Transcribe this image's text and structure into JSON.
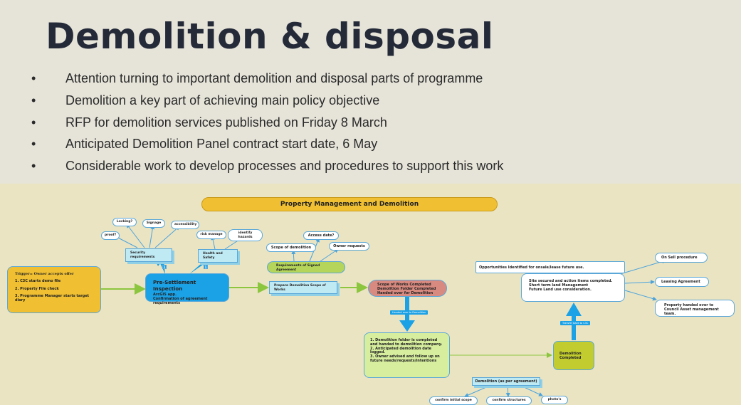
{
  "title": "Demolition & disposal",
  "bullets": [
    "Attention turning to important demolition and disposal parts of programme",
    "Demolition a key part of achieving main policy objective",
    "RFP for demolition services published on Friday 8 March",
    "Anticipated Demolition Panel contract start date, 6 May",
    "Considerable work to develop processes and procedures to support this work"
  ],
  "bullet_symbol": "•",
  "diagram": {
    "header": "Property Management and Demolition",
    "trigger": {
      "title": "Trigger= Owner accepts offer",
      "items": [
        "1. C3C starts demo file",
        "2. Property File check",
        "3. Programme Manager starts target diary"
      ]
    },
    "pre_settlement": {
      "title": "Pre-Settlement Inspection",
      "lines": [
        "ArcGIS app.",
        "Confirmation of agreement requirements"
      ]
    },
    "security": "Security requirements",
    "security_children": [
      "proof?",
      "Locking?",
      "Signage",
      "accessibility"
    ],
    "health": "Health and Safety",
    "health_children": [
      "risk manage",
      "identify hazards"
    ],
    "badge": "1",
    "requirements": "Requirements of Signed Agreement",
    "req_children": [
      "Scope of demolition",
      "Access date?",
      "Owner requests"
    ],
    "prepare": "Prepare Demolition Scope of Works",
    "scope_completed": [
      "Scope of Works Completed",
      "Demolition Folder Completed",
      "Handed over for Demolition"
    ],
    "handed_tag": "Handed over to Demolition",
    "folder_steps": [
      "1. Demolition folder is completed and handed to demolition company.",
      "2. Anticipated demolition date logged.",
      "3. Owner advised and follow up on future needs/requests/intentions"
    ],
    "demolition_completed": "Demolition Completed",
    "transfer_tag": "Transfer back to C3C",
    "per_agreement": "Demolition (as per agreement)",
    "agreement_children": [
      "confirm initial scope",
      "confirm structures",
      "photo's"
    ],
    "opportunities": "Opportunities Identified for onsale/lease future use.",
    "site_secured": [
      "Site secured and action items completed.",
      "Short term land Management",
      "Future Land use consideration."
    ],
    "outcomes": [
      "On Sell procedure",
      "Leasing Agreement",
      "Property handed over to Council Asset management team."
    ]
  }
}
